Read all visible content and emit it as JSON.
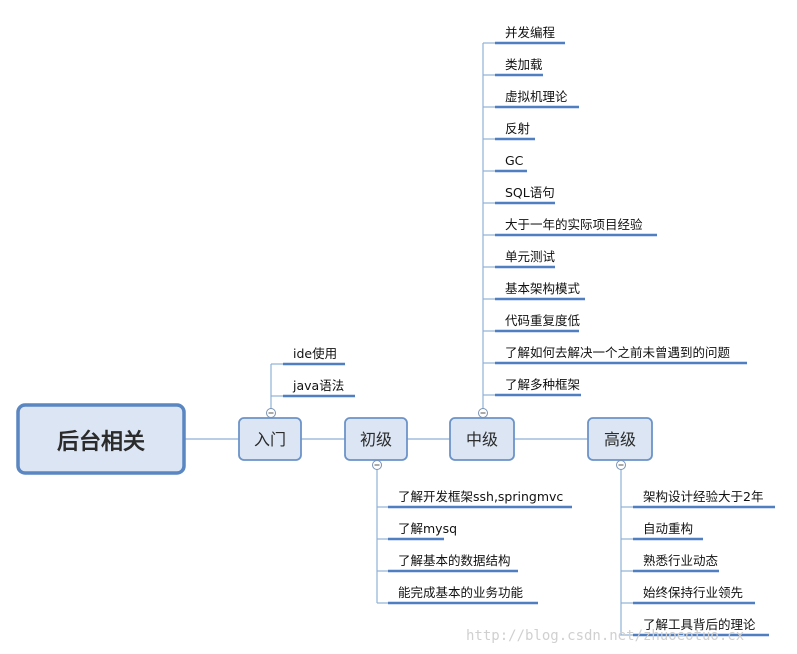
{
  "root": {
    "label": "后台相关"
  },
  "stages": [
    {
      "id": "intro",
      "label": "入门",
      "items": [
        "ide使用",
        "java语法"
      ]
    },
    {
      "id": "junior",
      "label": "初级",
      "items": [
        "了解开发框架ssh,springmvc",
        "了解mysq",
        "了解基本的数据结构",
        "能完成基本的业务功能"
      ]
    },
    {
      "id": "middle",
      "label": "中级",
      "items": [
        "并发编程",
        "类加载",
        "虚拟机理论",
        "反射",
        "GC",
        "SQL语句",
        "大于一年的实际项目经验",
        "单元测试",
        "基本架构模式",
        "代码重复度低",
        "了解如何去解决一个之前未曾遇到的问题",
        "了解多种框架"
      ]
    },
    {
      "id": "senior",
      "label": "高级",
      "items": [
        "架构设计经验大于2年",
        "自动重构",
        "熟悉行业动态",
        "始终保持行业领先",
        "了解工具背后的理论"
      ]
    }
  ],
  "watermark": "http://blog.csdn.net/zhuoeotuo.cx",
  "colors": {
    "node_fill": "#dbe5f3",
    "node_stroke": "#6b93c8",
    "root_stroke": "#5a86c2",
    "underline": "#4f7fc0",
    "connector": "#8fb0d8"
  }
}
